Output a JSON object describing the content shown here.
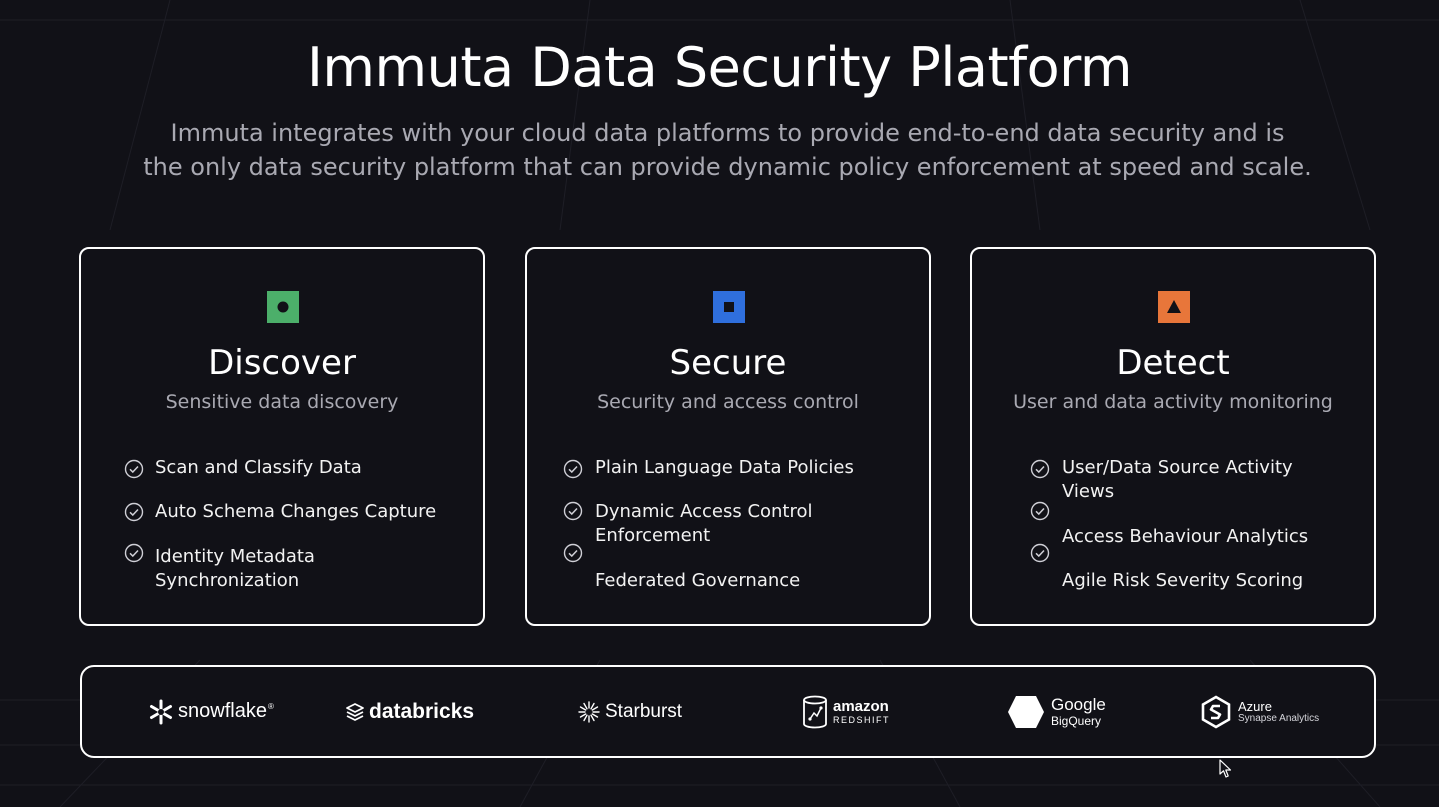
{
  "header": {
    "title": "Immuta Data Security Platform",
    "subtitle_line1": "Immuta integrates with your cloud data platforms to provide end-to-end data security and is",
    "subtitle_line2": "the only data security platform that can provide dynamic policy enforcement at speed and scale."
  },
  "colors": {
    "discover": "#4caf6a",
    "secure": "#2f6fdd",
    "detect": "#e8763a"
  },
  "cards": [
    {
      "title": "Discover",
      "subtitle": "Sensitive data discovery",
      "icon": "circle-icon",
      "features": [
        "Scan and Classify Data",
        "Auto Schema Changes Capture",
        "Identity Metadata",
        "Synchronization"
      ]
    },
    {
      "title": "Secure",
      "subtitle": "Security and access control",
      "icon": "square-icon",
      "features": [
        "Plain Language Data Policies",
        "Dynamic Access Control",
        "Enforcement",
        "Federated Governance"
      ]
    },
    {
      "title": "Detect",
      "subtitle": "User and data activity monitoring",
      "icon": "triangle-icon",
      "features": [
        "User/Data Source Activity",
        "Views",
        "Access Behaviour Analytics",
        "Agile Risk Severity Scoring"
      ]
    }
  ],
  "logos": {
    "snowflake": "snowflake",
    "snowflake_mark": "®",
    "databricks": "databricks",
    "starburst": "Starburst",
    "amazon": "amazon",
    "redshift": "REDSHIFT",
    "google": "Google",
    "bigquery": "BigQuery",
    "azure": "Azure",
    "synapse": "Synapse Analytics"
  }
}
